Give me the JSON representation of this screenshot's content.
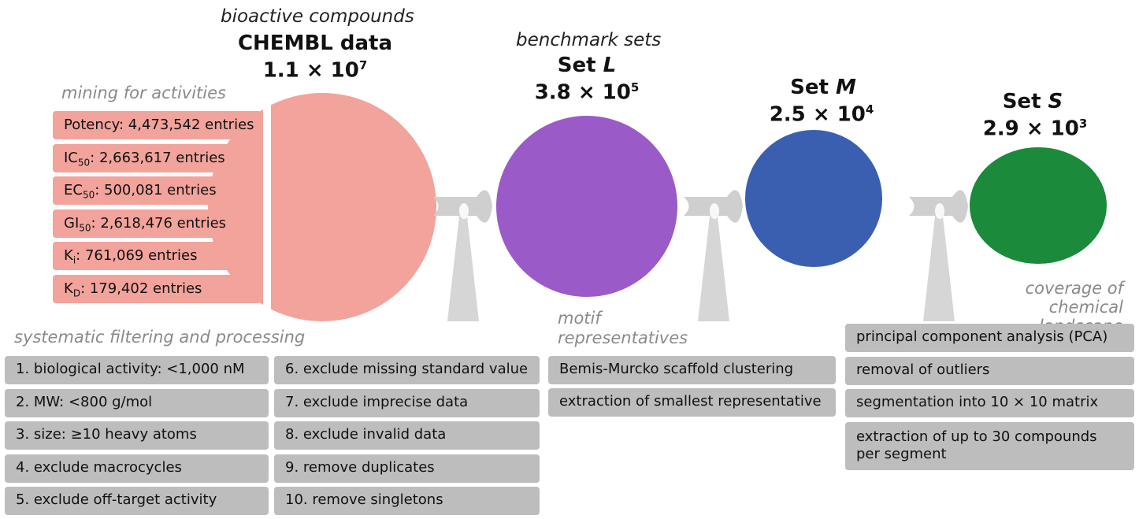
{
  "stage1": {
    "caption": "bioactive compounds",
    "title": "CHEMBL data",
    "count_base": "1.1 × 10",
    "count_exp": "7",
    "mining_label": "mining for activities",
    "entries": [
      {
        "name": "Potency",
        "sub": "",
        "text": ": 4,473,542 entries"
      },
      {
        "name": "IC",
        "sub": "50",
        "text": ": 2,663,617 entries"
      },
      {
        "name": "EC",
        "sub": "50",
        "text": ": 500,081 entries"
      },
      {
        "name": "GI",
        "sub": "50",
        "text": ": 2,618,476 entries"
      },
      {
        "name": "K",
        "sub": "i",
        "text": ": 761,069 entries"
      },
      {
        "name": "K",
        "sub": "D",
        "text": ": 179,402 entries"
      }
    ],
    "color": "#f2a39b"
  },
  "filtering": {
    "label": "systematic filtering and processing",
    "col1": [
      "1. biological activity: <1,000 nM",
      "2. MW:  <800 g/mol",
      "3. size:  ≥10 heavy atoms",
      "4. exclude macrocycles",
      "5. exclude off-target activity"
    ],
    "col2": [
      "6. exclude missing standard value",
      "7. exclude imprecise data",
      "8. exclude invalid data",
      "9. remove duplicates",
      "10. remove singletons"
    ]
  },
  "stageL": {
    "caption": "benchmark sets",
    "title_prefix": "Set ",
    "title_letter": "L",
    "count_base": "3.8 × 10",
    "count_exp": "5",
    "color": "#9a5bc8"
  },
  "motif": {
    "label_line1": "motif",
    "label_line2": "representatives",
    "steps": [
      "Bemis-Murcko scaffold clustering",
      "extraction of smallest representative"
    ]
  },
  "stageM": {
    "title_prefix": "Set ",
    "title_letter": "M",
    "count_base": "2.5 × 10",
    "count_exp": "4",
    "color": "#3a5fb0"
  },
  "stageS": {
    "title_prefix": "Set ",
    "title_letter": "S",
    "count_base": "2.9 × 10",
    "count_exp": "3",
    "color": "#1b8a3a"
  },
  "coverage": {
    "label_line1": "coverage of",
    "label_line2": "chemical landscape",
    "steps": [
      "principal component analysis (PCA)",
      "removal of outliers",
      "segmentation into 10 × 10 matrix"
    ],
    "last_step_line1": "extraction of up to 30 compounds",
    "last_step_line2": "per segment"
  }
}
